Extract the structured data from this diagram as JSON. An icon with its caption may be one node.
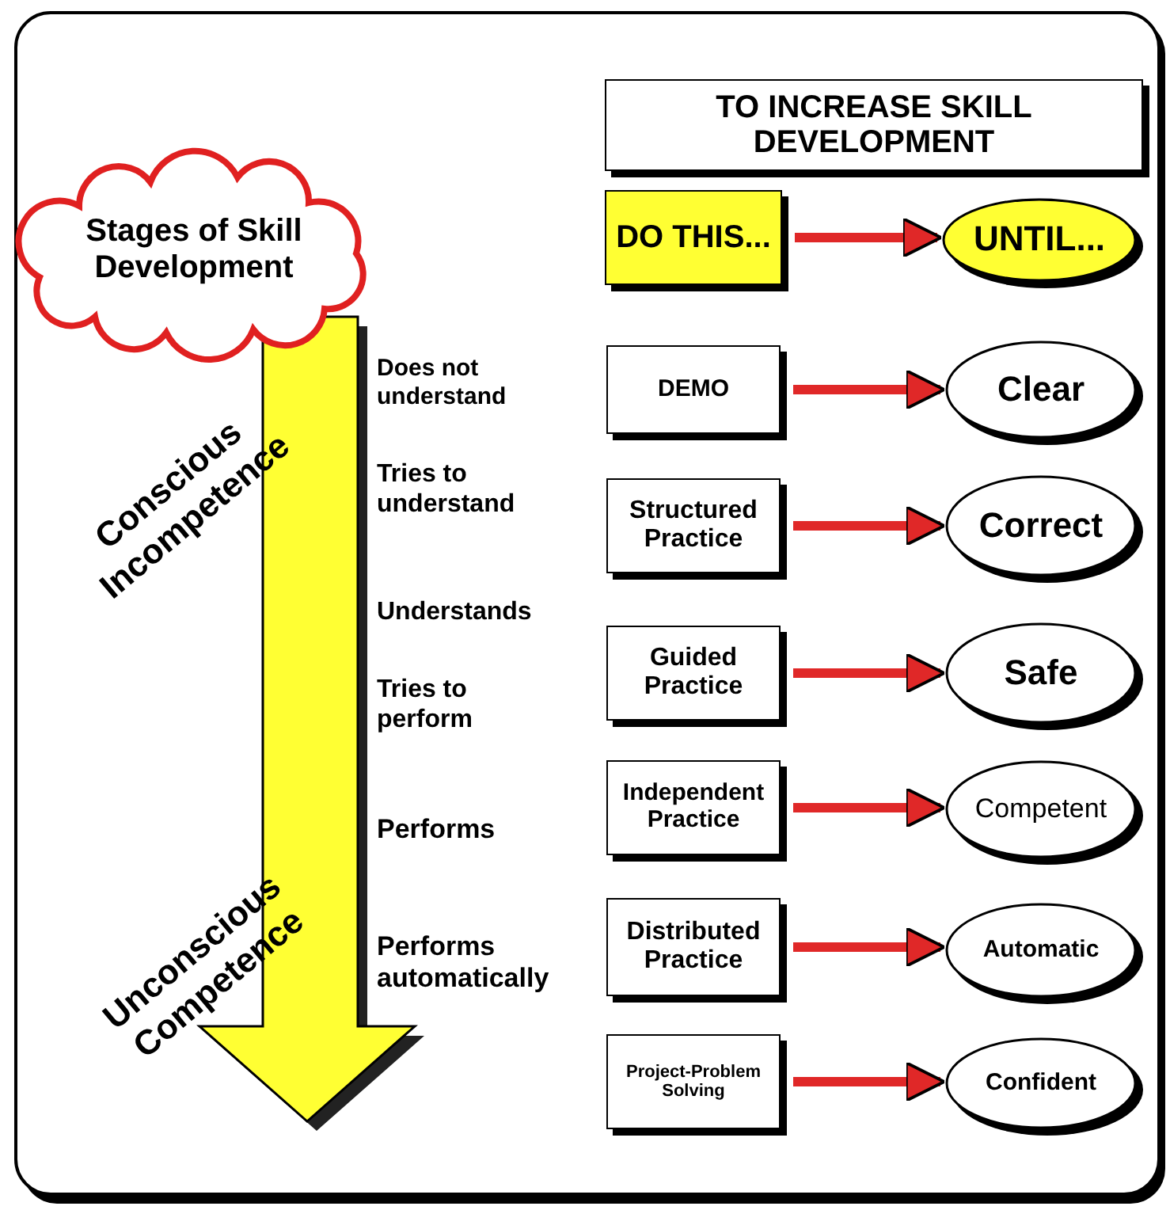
{
  "diagram": {
    "nodes": [
      {
        "text": [
          "Stages of Skill Development"
        ]
      },
      {
        "text": [
          "TO INCREASE SKILL DEVELOPMENT"
        ]
      },
      {
        "text": [
          "DO THIS..."
        ]
      },
      {
        "text": [
          "UNTIL..."
        ]
      },
      {
        "text": [
          "DEMO"
        ]
      },
      {
        "text": [
          "Clear"
        ]
      },
      {
        "text": [
          "Structured Practice"
        ]
      },
      {
        "text": [
          "Correct"
        ]
      },
      {
        "text": [
          "Guided Practice"
        ]
      },
      {
        "text": [
          "Safe"
        ]
      },
      {
        "text": [
          "Independent Practice"
        ]
      },
      {
        "text": [
          "Competent"
        ]
      },
      {
        "text": [
          "Distributed Practice"
        ]
      },
      {
        "text": [
          "Automatic"
        ]
      },
      {
        "text": [
          "Project-Problem Solving"
        ]
      },
      {
        "text": [
          "Confident"
        ]
      }
    ],
    "edges": [
      {
        "from": 2,
        "to": 3,
        "arrow": "to"
      },
      {
        "from": 4,
        "to": 5,
        "arrow": "to"
      },
      {
        "from": 6,
        "to": 7,
        "arrow": "to"
      },
      {
        "from": 8,
        "to": 9,
        "arrow": "to"
      },
      {
        "from": 10,
        "to": 11,
        "arrow": "to"
      },
      {
        "from": 12,
        "to": 13,
        "arrow": "to"
      },
      {
        "from": 14,
        "to": 15,
        "arrow": "to"
      }
    ],
    "labels": [
      "Conscious Incompetence",
      "Does not understand",
      "Tries to understand",
      "Understands",
      "Tries to perform",
      "Performs",
      "Unconscious Competence",
      "Performs automatically"
    ]
  }
}
